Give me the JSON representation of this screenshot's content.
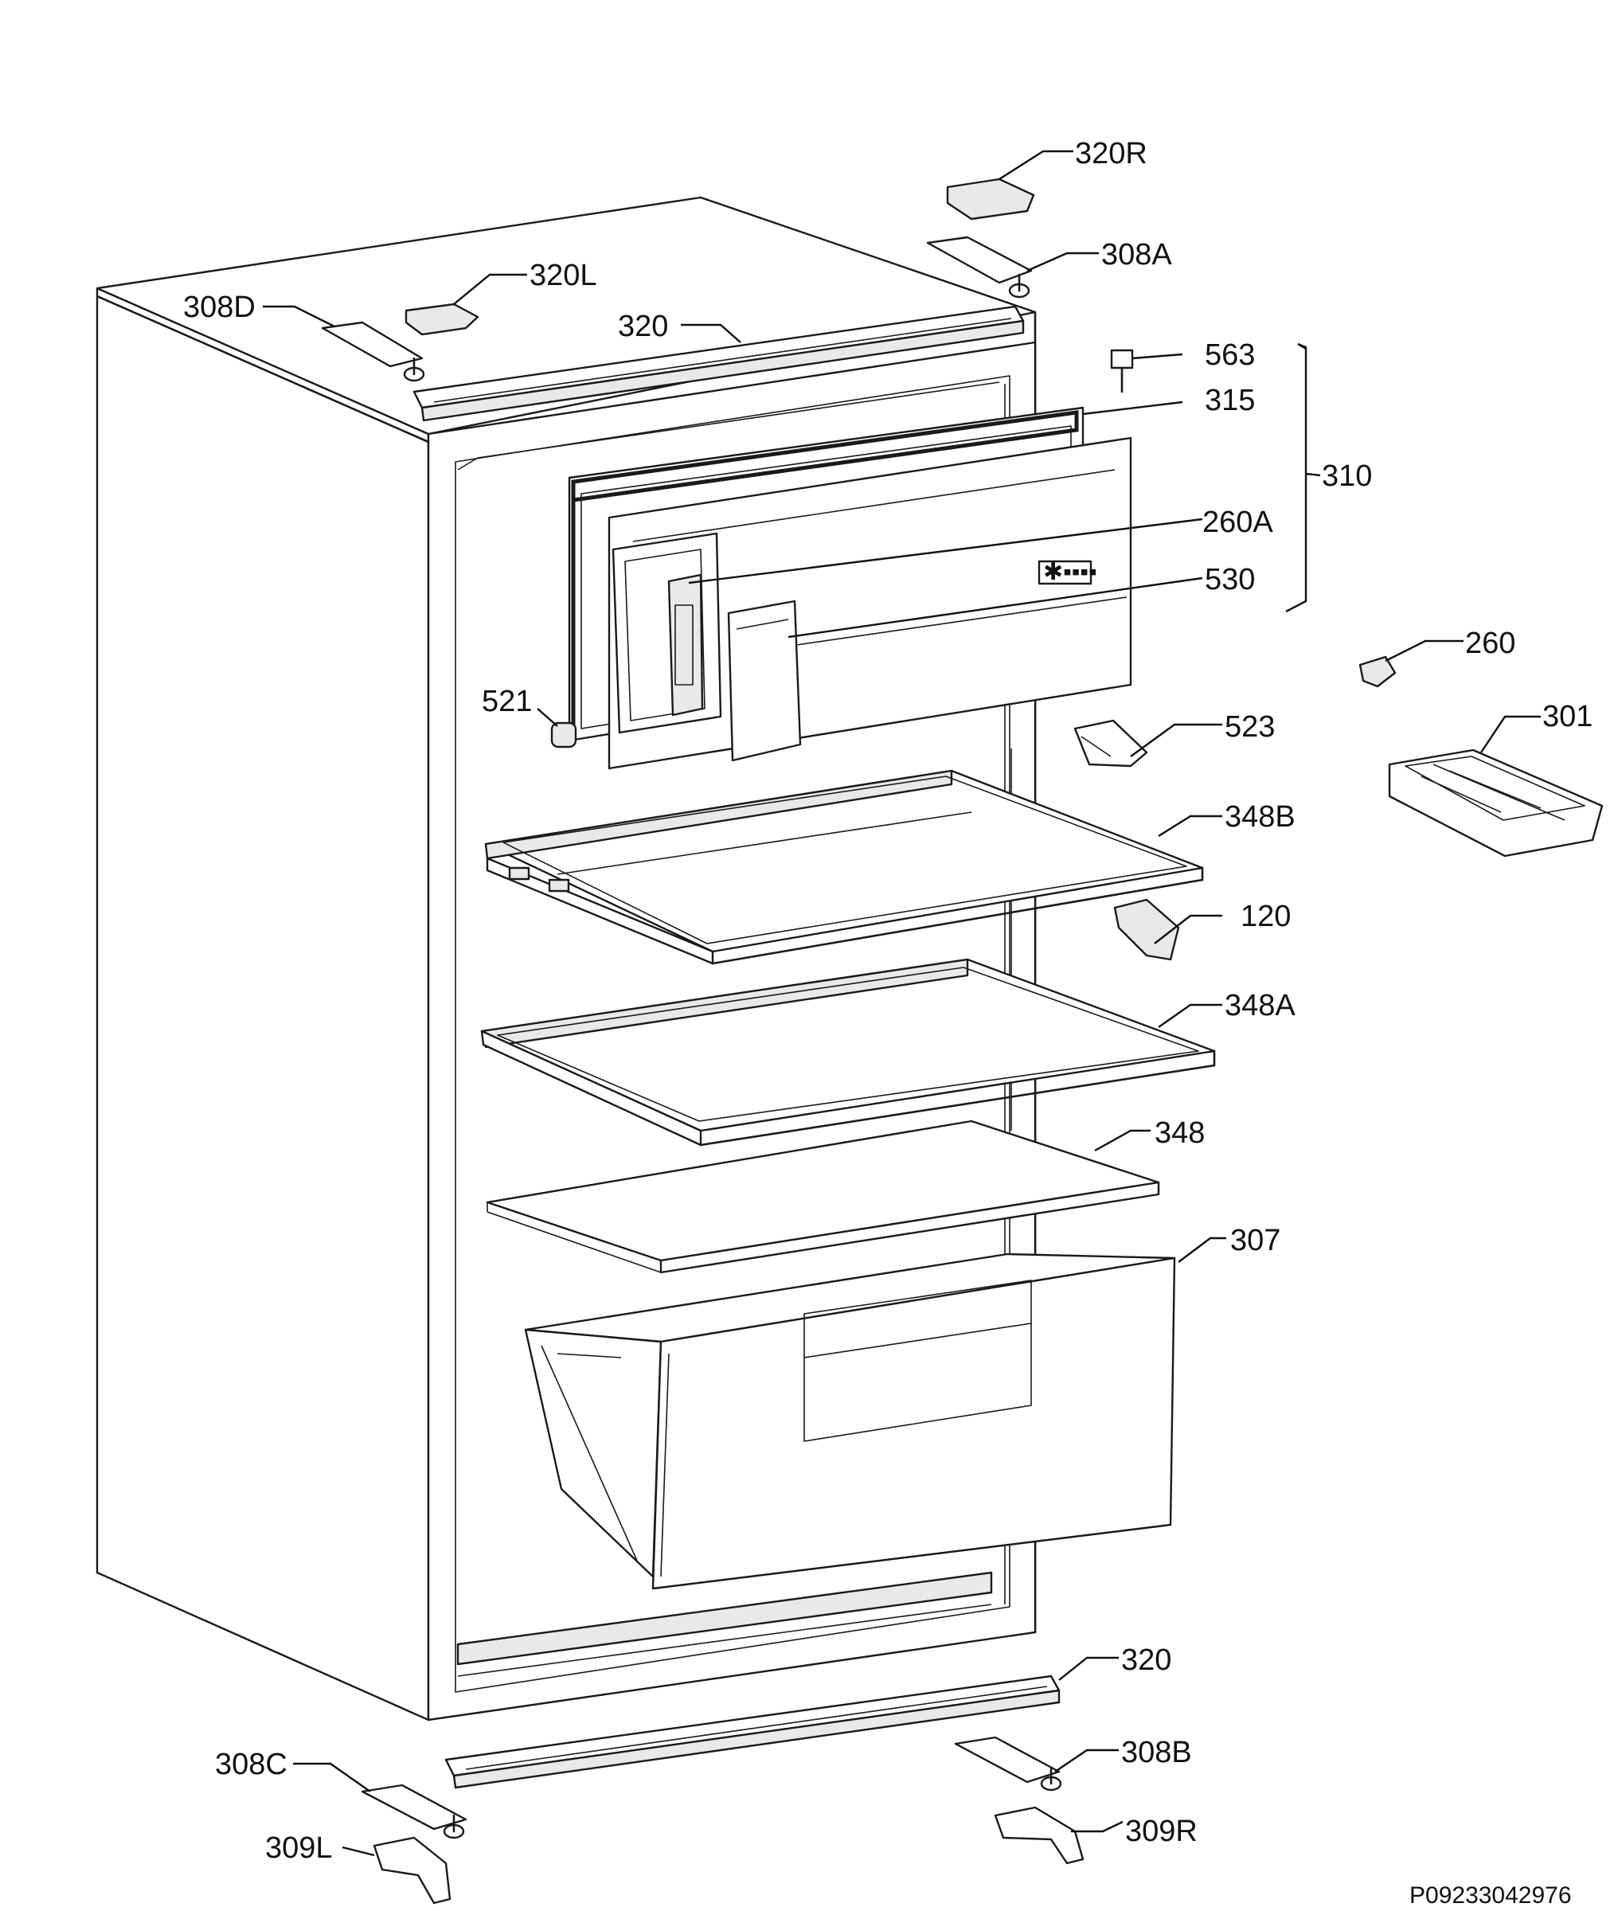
{
  "diagram": {
    "drawing_code": "P09233042976",
    "callouts": [
      {
        "id": "320R",
        "label": "320R"
      },
      {
        "id": "308A",
        "label": "308A"
      },
      {
        "id": "320L",
        "label": "320L"
      },
      {
        "id": "308D",
        "label": "308D"
      },
      {
        "id": "320-top",
        "label": "320"
      },
      {
        "id": "563",
        "label": "563"
      },
      {
        "id": "315",
        "label": "315"
      },
      {
        "id": "310",
        "label": "310"
      },
      {
        "id": "260A",
        "label": "260A"
      },
      {
        "id": "530",
        "label": "530"
      },
      {
        "id": "260",
        "label": "260"
      },
      {
        "id": "521",
        "label": "521"
      },
      {
        "id": "523",
        "label": "523"
      },
      {
        "id": "301",
        "label": "301"
      },
      {
        "id": "348B",
        "label": "348B"
      },
      {
        "id": "120",
        "label": "120"
      },
      {
        "id": "348A",
        "label": "348A"
      },
      {
        "id": "348",
        "label": "348"
      },
      {
        "id": "307",
        "label": "307"
      },
      {
        "id": "320-bottom",
        "label": "320"
      },
      {
        "id": "308C",
        "label": "308C"
      },
      {
        "id": "308B",
        "label": "308B"
      },
      {
        "id": "309L",
        "label": "309L"
      },
      {
        "id": "309R",
        "label": "309R"
      }
    ]
  }
}
